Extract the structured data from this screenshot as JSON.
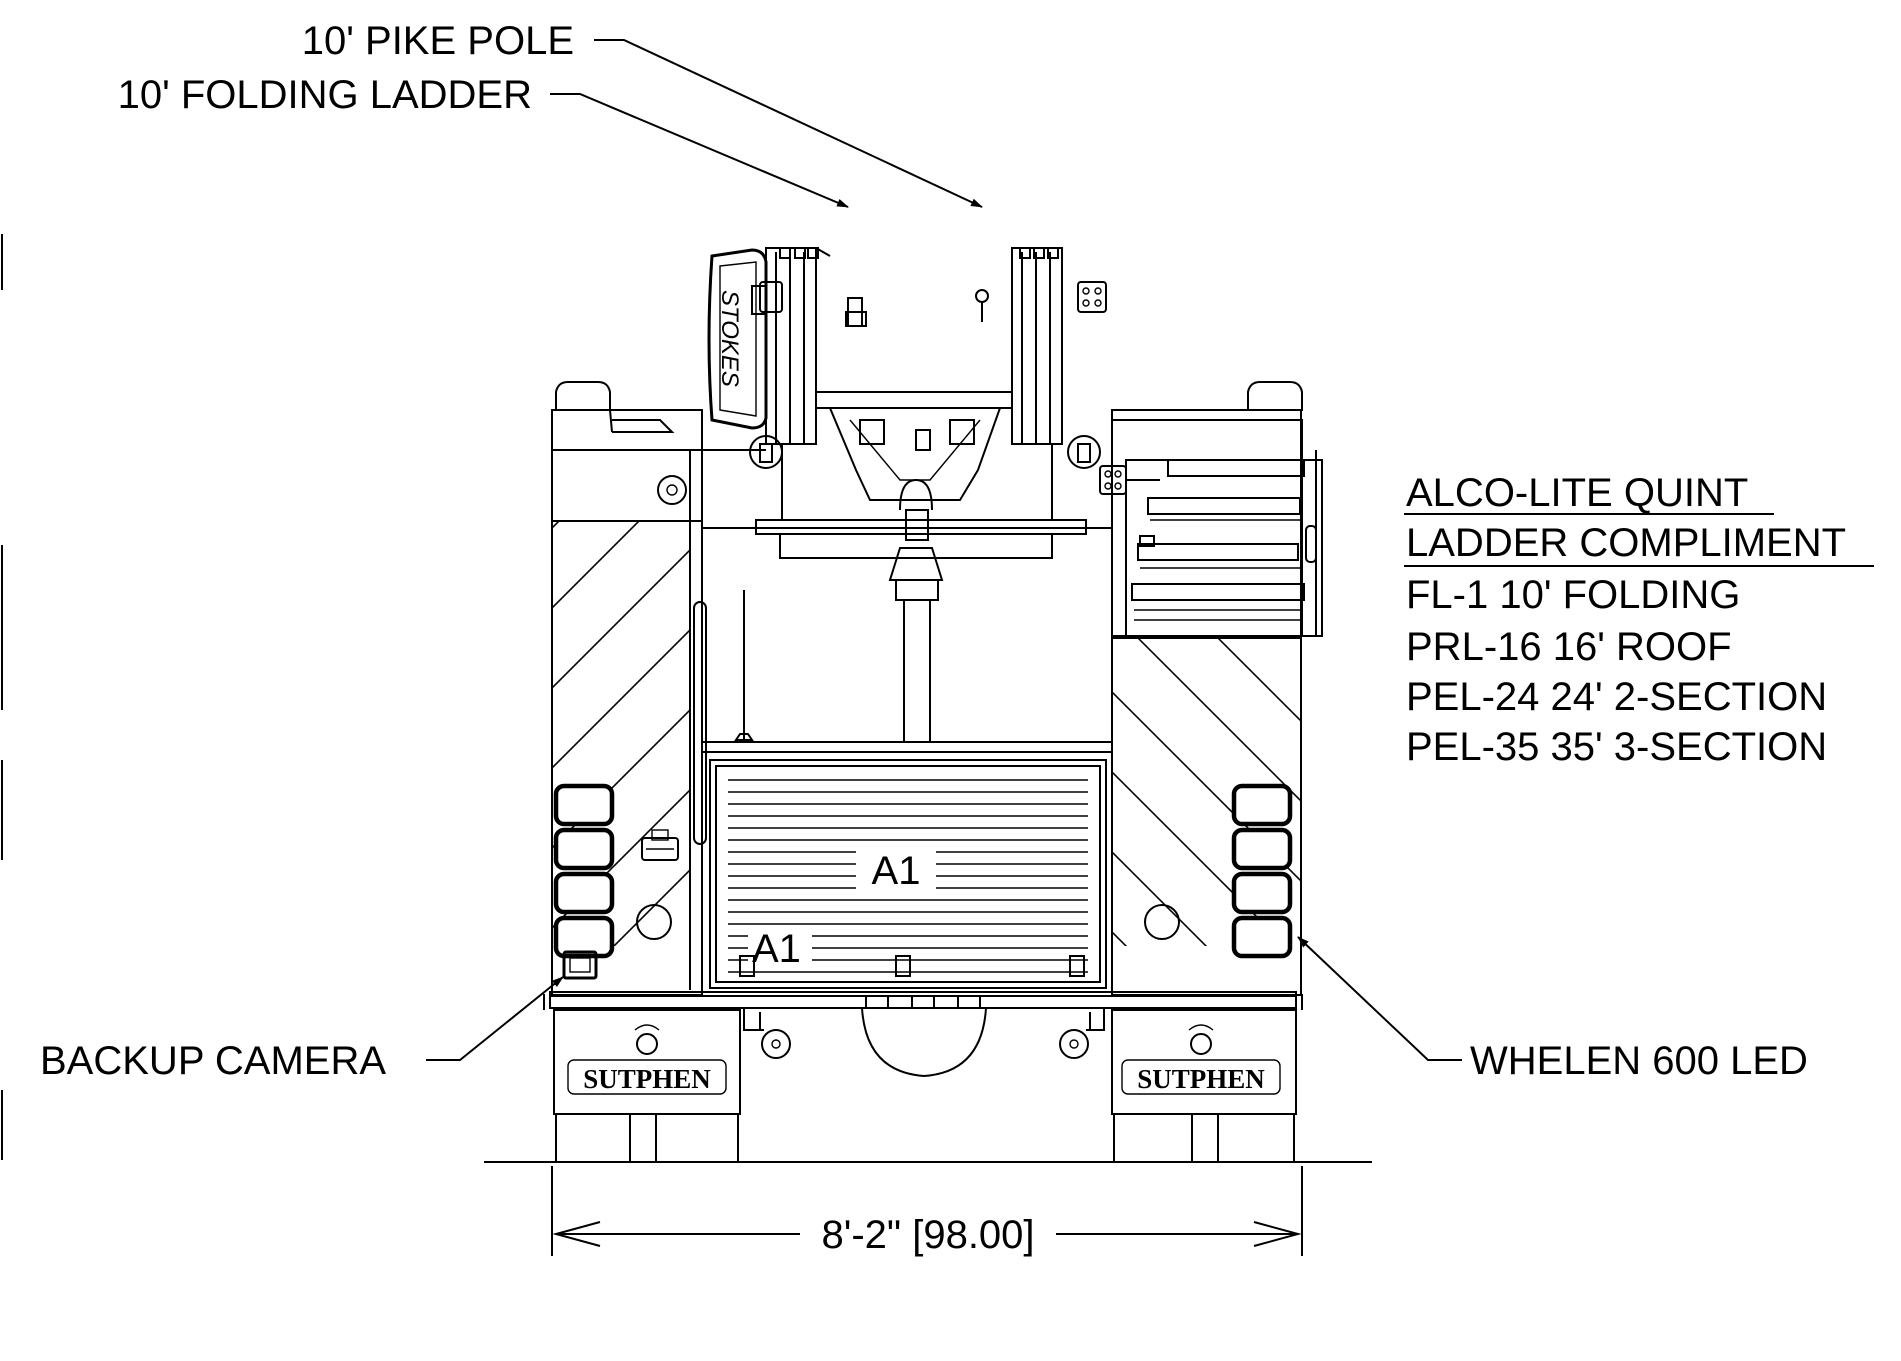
{
  "callouts": {
    "pike_pole": "10' PIKE POLE",
    "folding_ladder": "10' FOLDING LADDER",
    "backup_camera": "BACKUP CAMERA",
    "whelen": "WHELEN 600 LED"
  },
  "compartment_labels": {
    "main": "A1",
    "small": "A1"
  },
  "stokes_label": "STOKES",
  "brand": "SUTPHEN",
  "ladder_table": {
    "title_line1": "ALCO-LITE QUINT",
    "title_line2": "LADDER COMPLIMENT",
    "items": [
      "FL-1 10' FOLDING",
      "PRL-16 16' ROOF",
      "PEL-24 24' 2-SECTION",
      "PEL-35 35' 3-SECTION"
    ]
  },
  "dimension": "8'-2\" [98.00]"
}
